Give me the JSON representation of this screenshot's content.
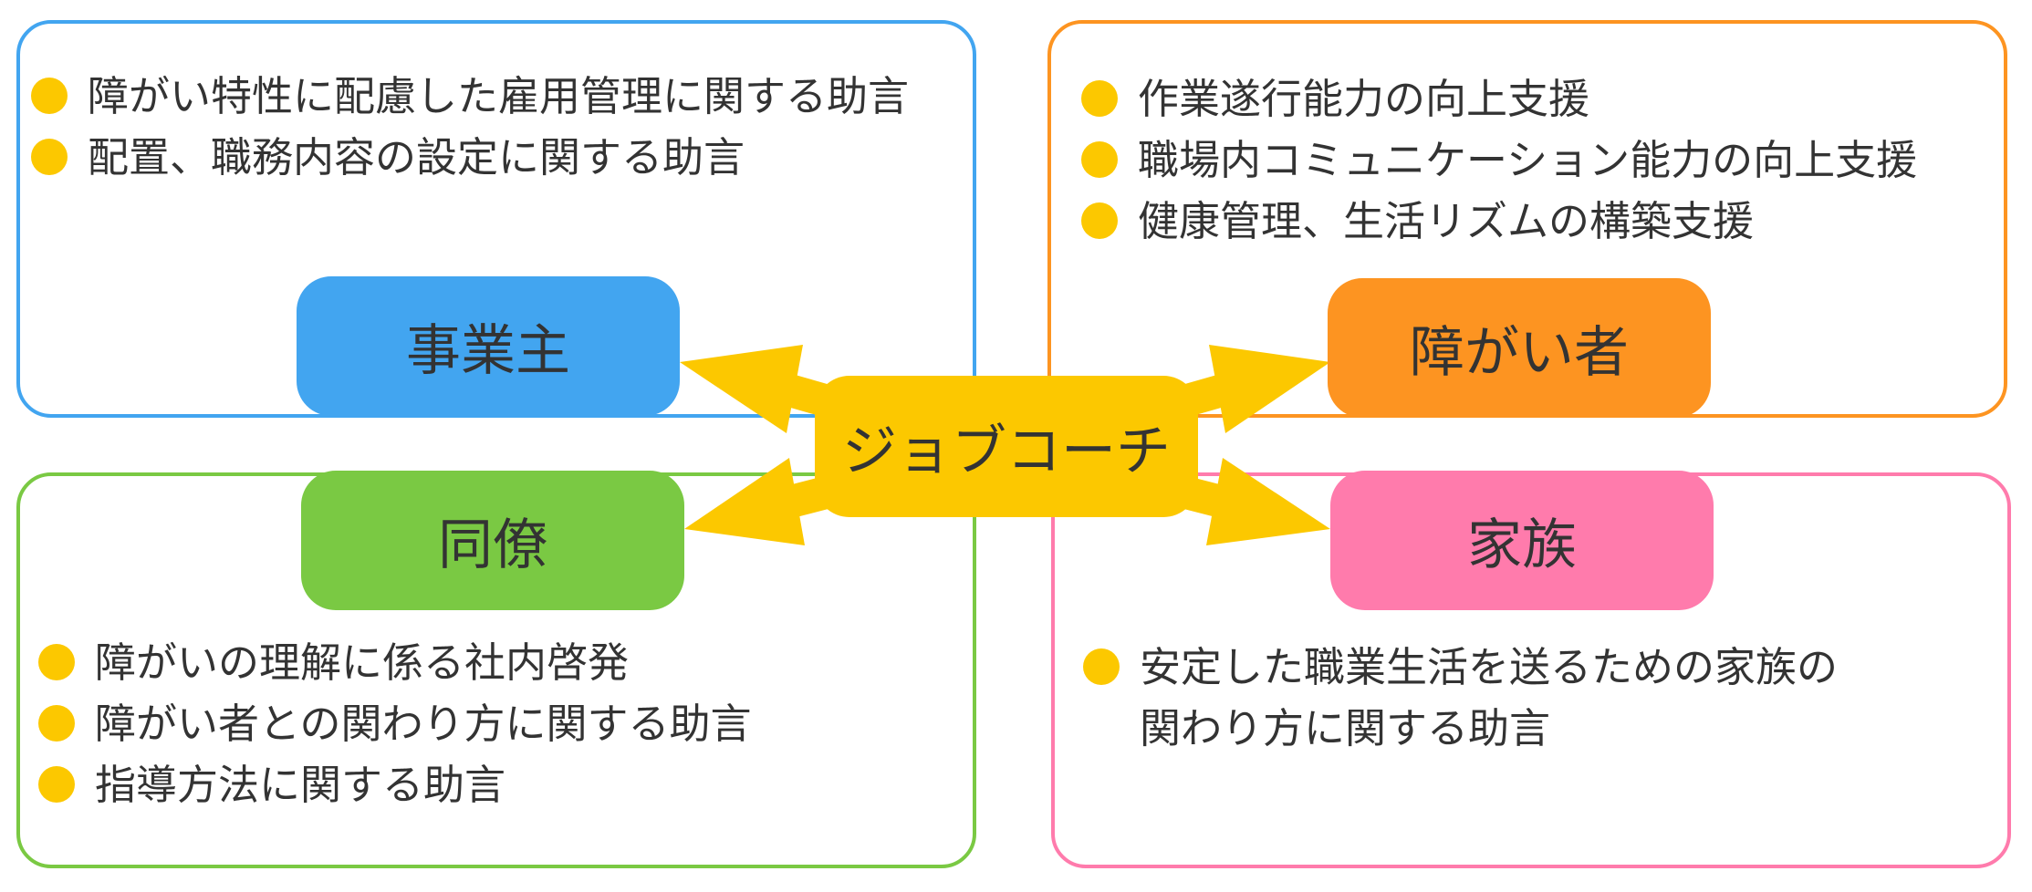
{
  "colors": {
    "employer": "#42a5f0",
    "person": "#fd9421",
    "coworker": "#7ac943",
    "family": "#ff7bac",
    "center": "#fcc800",
    "bullet": "#fcc800",
    "text": "#333333"
  },
  "center": {
    "label": "ジョブコーチ"
  },
  "employer": {
    "label": "事業主",
    "items": [
      "障がい特性に配慮した雇用管理に関する助言",
      "配置、職務内容の設定に関する助言"
    ]
  },
  "person": {
    "label": "障がい者",
    "items": [
      "作業遂行能力の向上支援",
      "職場内コミュニケーション能力の向上支援",
      "健康管理、生活リズムの構築支援"
    ]
  },
  "coworker": {
    "label": "同僚",
    "items": [
      "障がいの理解に係る社内啓発",
      "障がい者との関わり方に関する助言",
      "指導方法に関する助言"
    ]
  },
  "family": {
    "label": "家族",
    "items": [
      {
        "line1": "安定した職業生活を送るための家族の",
        "line2": "関わり方に関する助言"
      }
    ]
  }
}
